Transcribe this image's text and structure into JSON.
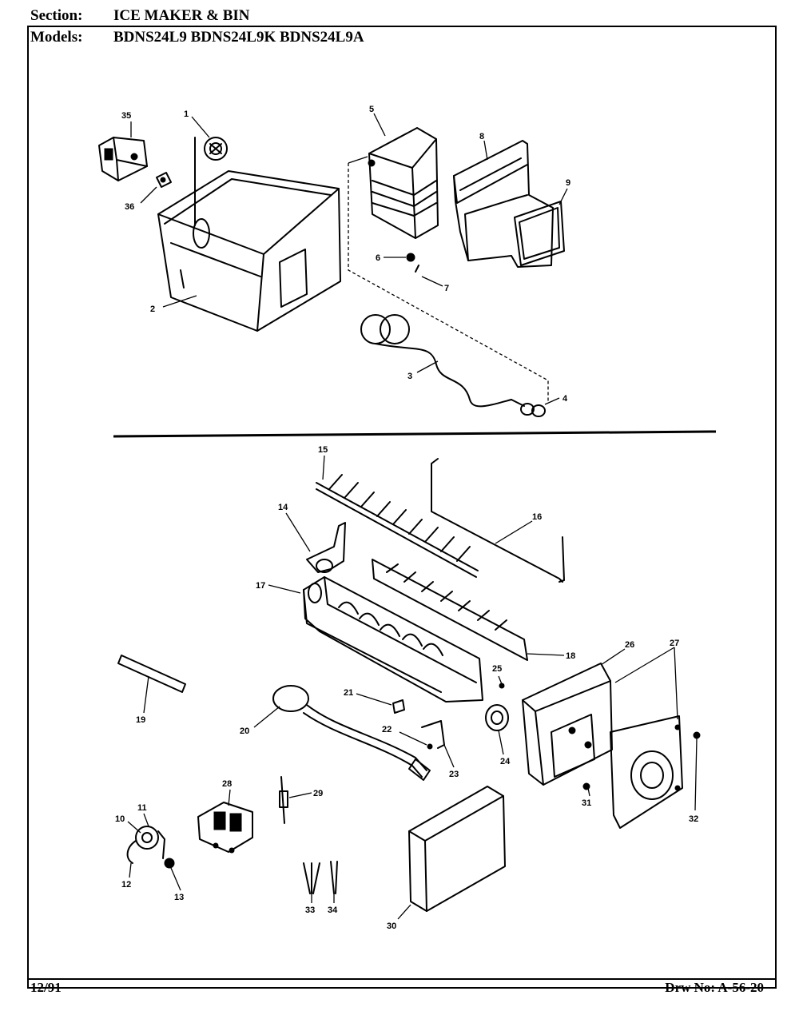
{
  "header": {
    "section_label": "Section:",
    "section_value": "ICE MAKER & BIN",
    "models_label": "Models:",
    "models_value": "BDNS24L9  BDNS24L9K  BDNS24L9A"
  },
  "footer": {
    "date": "12/91",
    "drawing_no": "Drw No: A-56-20"
  },
  "callouts": {
    "c1": "1",
    "c2": "2",
    "c3": "3",
    "c4": "4",
    "c5": "5",
    "c6": "6",
    "c7": "7",
    "c8": "8",
    "c9": "9",
    "c10": "10",
    "c11": "11",
    "c12": "12",
    "c13": "13",
    "c14": "14",
    "c15": "15",
    "c16": "16",
    "c17": "17",
    "c18": "18",
    "c19": "19",
    "c20": "20",
    "c21": "21",
    "c22": "22",
    "c23": "23",
    "c24": "24",
    "c25": "25",
    "c26": "26",
    "c27": "27",
    "c28": "28",
    "c29": "29",
    "c30": "30",
    "c31": "31",
    "c32": "32",
    "c33": "33",
    "c34": "34",
    "c35": "35",
    "c36": "36"
  }
}
